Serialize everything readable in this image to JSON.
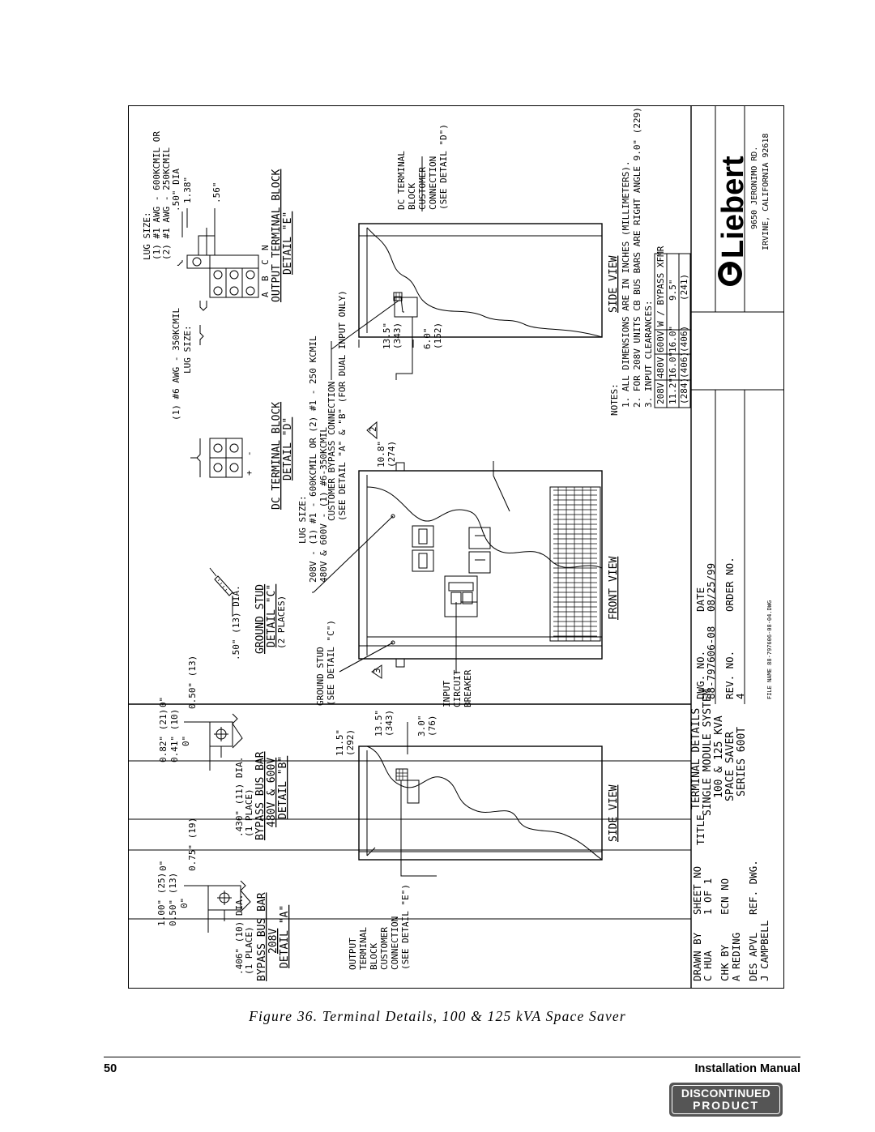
{
  "drawing": {
    "lug_size_detail_e": [
      "LUG SIZE:",
      "(1) #1 AWG - 600KCMIL OR",
      "(2) #1 AWG - 250KCMIL"
    ],
    "detail_e_dims": {
      "dia": ".50\" DIA",
      "d138": "1.38\"",
      "d56": ".56\""
    },
    "lug_size_detail_d": [
      "LUG SIZE:",
      "(1) #6 AWG - 350KCMIL"
    ],
    "output_block_label": [
      "OUTPUT TERMINAL BLOCK",
      "DETAIL \"E\""
    ],
    "output_block_phases": [
      "A",
      "B",
      "C",
      "N"
    ],
    "dc_block_label": [
      "DC TERMINAL BLOCK",
      "DETAIL \"D\""
    ],
    "dc_block_polarity": [
      "+",
      "-"
    ],
    "lug_size_front": [
      "LUG SIZE:",
      "208V - (1) #1 - 600KCMIL OR (2) #1 - 250 KCMIL",
      "480V & 600V - (1) #6-350KCMIL"
    ],
    "customer_bypass": [
      "CUSTOMER BYPASS CONNECTION",
      "(SEE DETAIL \"A\" & \"B\" (FOR DUAL INPUT ONLY)"
    ],
    "ground_stud_detail": [
      "GROUND STUD",
      "DETAIL \"C\"",
      "(2 PLACES)"
    ],
    "ground_stud_dim": ".50\" (13) DIA.",
    "bypass_bar_b": [
      "BYPASS BUS BAR",
      "480V & 600V",
      "DETAIL \"B\""
    ],
    "bypass_bar_b_dims": {
      "d082": "0.82\" (21)",
      "d041": "0.41\" (10)",
      "zero1": "0\"",
      "zero2": "0\"",
      "d050": "0.50\" (13)",
      "hole": ".430\" (11) DIA.",
      "place": "(1 PLACE)"
    },
    "bypass_bar_a": [
      "BYPASS BUS BAR",
      "208V",
      "DETAIL \"A\""
    ],
    "bypass_bar_a_dims": {
      "d100": "1.00\" (25)",
      "d050": "0.50\" (13)",
      "zero1": "0\"",
      "zero2": "0\"",
      "d075": "0.75\" (19)",
      "hole": ".406\" (10) DIA.",
      "place": "(1 PLACE)"
    },
    "dc_terminal_side": [
      "DC TERMINAL",
      "BLOCK",
      "CUSTOMER",
      "CONNECTION",
      "(SEE DETAIL \"D\")"
    ],
    "output_terminal_side": [
      "OUTPUT",
      "TERMINAL",
      "BLOCK",
      "CUSTOMER",
      "CONNECTION",
      "(SEE DETAIL \"E\")"
    ],
    "ground_stud_front": [
      "GROUND STUD",
      "(SEE DETAIL \"C\")"
    ],
    "input_breaker": [
      "INPUT",
      "CIRCUIT",
      "BREAKER"
    ],
    "side_view_1": "SIDE VIEW",
    "front_view": "FRONT VIEW",
    "side_view_2": "SIDE VIEW",
    "side1_dims": {
      "h1": "11.5\"",
      "h1mm": "(292)",
      "h2": "13.5\"",
      "h2mm": "(343)",
      "h3": "3.0\"",
      "h3mm": "(76)"
    },
    "front_dims": {
      "h1": "10.8\"",
      "h1mm": "(274)",
      "tri2": "2",
      "tri3": "3"
    },
    "side2_dims": {
      "h1": "13.5\"",
      "h1mm": "(343)",
      "h2": "6.0\"",
      "h2mm": "(152)"
    },
    "notes": {
      "heading": "NOTES:",
      "lines": [
        "1. ALL DIMENSIONS ARE IN INCHES (MILLIMETERS).",
        "2. FOR 208V UNITS CB BUS BARS ARE RIGHT ANGLE 9.0\" (229).",
        "3. INPUT CLEARANCES:"
      ],
      "table_head": [
        "208V",
        "480V",
        "600V",
        "W / BYPASS XFMR"
      ],
      "table_in": [
        "11.2\"",
        "16.0\"",
        "16.0\"",
        "9.5\""
      ],
      "table_mm": [
        "(284)",
        "(406)",
        "(406)",
        "(241)"
      ]
    },
    "title_block": {
      "drawn_by_label": "DRAWN BY",
      "drawn_by": "C HUA",
      "chk_by_label": "CHK BY",
      "chk_by": "A REDING",
      "des_apvl_label": "DES APVL",
      "des_apvl": "J CAMPBELL",
      "sheet_no_label": "SHEET NO",
      "sheet_no": "1 OF 1",
      "ecn_no_label": "ECN NO",
      "ref_dwg_label": "REF. DWG.",
      "title_label": "TITLE",
      "title_lines": [
        "TERMINAL DETAILS",
        "SINGLE MODULE SYSTEM",
        "100 & 125 KVA",
        "SPACE SAVER",
        "SERIES 600T"
      ],
      "dwg_no_label": "DWG. NO.",
      "dwg_no": "88-797606-08",
      "rev_no_label": "REV. NO.",
      "rev_no": "4",
      "date_label": "DATE",
      "date": "08/25/99",
      "order_no_label": "ORDER NO.",
      "file_name": "FILE NAME 88-797606-08-04.DWG",
      "company": "Liebert",
      "address1": "9650 JERONIMO RD.",
      "address2": "IRVINE, CALIFORNIA 92618"
    }
  },
  "caption": "Figure 36. Terminal Details, 100 & 125 kVA Space Saver",
  "footer": {
    "page": "50",
    "manual": "Installation Manual"
  },
  "stamp": {
    "line1": "DISCONTINUED",
    "line2": "PRODUCT"
  }
}
